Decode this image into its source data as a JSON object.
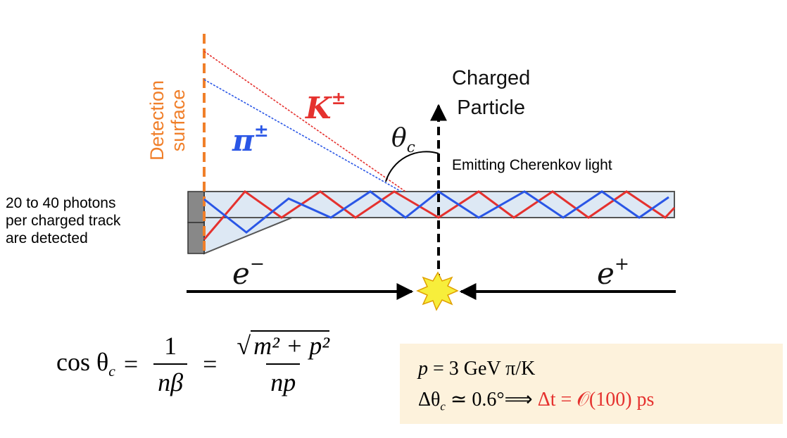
{
  "labels": {
    "detection_surface_line1": "Detection",
    "detection_surface_line2": "surface",
    "kaon_symbol": "K",
    "kaon_charge": "±",
    "pion_symbol": "π",
    "pion_charge": "±",
    "theta_symbol": "θ",
    "theta_sub": "c",
    "charged_particle_line1": "Charged",
    "charged_particle_line2": "Particle",
    "emitting": "Emitting Cherenkov light",
    "photons_line1": "20 to 40 photons",
    "photons_line2": "per charged track",
    "photons_line3": "are detected",
    "electron": "e",
    "electron_charge": "−",
    "positron": "e",
    "positron_charge": "+"
  },
  "formula": {
    "lhs": "cos θ",
    "lhs_sub": "c",
    "eq": "=",
    "frac1_num": "1",
    "frac1_den": "nβ",
    "frac2_num": "m² + p²",
    "frac2_den": "np"
  },
  "info": {
    "line1_p": "p",
    "line1_rest": " = 3 GeV π/K",
    "line2_prefix": "Δθ",
    "line2_sub": "c",
    "line2_mid": " ≃ 0.6°⟹ ",
    "line2_red": "Δt = 𝒪(100) ps"
  },
  "colors": {
    "kaon": "#e5312e",
    "pion": "#2a56e6",
    "detection_surface": "#f07f2a",
    "radiator_fill": "#dde8f4",
    "info_box": "#fdf2dc"
  }
}
